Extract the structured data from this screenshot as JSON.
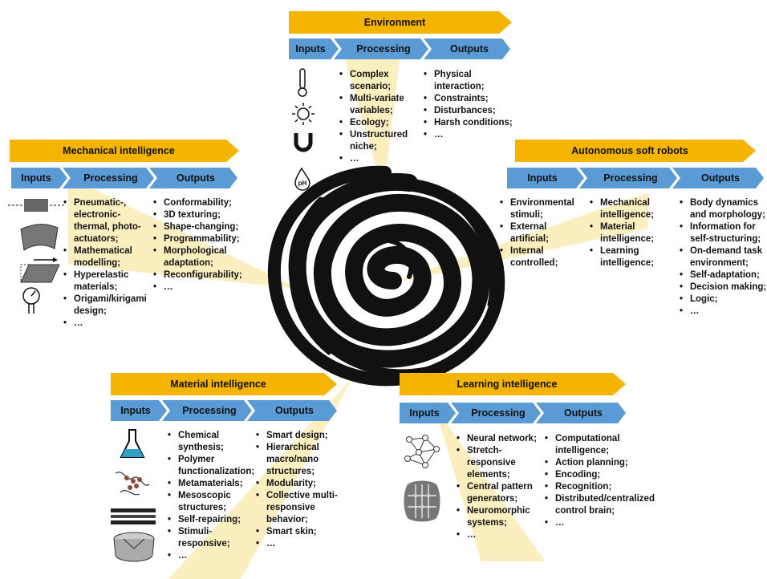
{
  "colors": {
    "banner": "#F5B400",
    "chevron": "#5B9BD5",
    "beam": "#F8E08A",
    "swirl": "#111111"
  },
  "columns": {
    "inputs": "Inputs",
    "processing": "Processing",
    "outputs": "Outputs"
  },
  "environment": {
    "title": "Environment",
    "icons": [
      "thermometer-icon",
      "sun-icon",
      "magnet-icon",
      "ph-drop-icon"
    ],
    "processing": [
      "Complex scenario;",
      "Multi-variate variables;",
      "Ecology;",
      "Unstructured niche;",
      "…"
    ],
    "outputs": [
      "Physical interaction;",
      "Constraints;",
      "Disturbances;",
      "Harsh conditions;",
      "…"
    ]
  },
  "mechanical": {
    "title": "Mechanical intelligence",
    "icons": [
      "tension-specimen-icon",
      "curved-sheet-icon",
      "shear-parallelogram-icon",
      "pressure-gauge-icon"
    ],
    "processing": [
      "Pneumatic-, electronic-thermal, photo-actuators;",
      "Mathematical modelling;",
      "Hyperelastic materials;",
      "Origami/kirigami design;",
      "…"
    ],
    "outputs": [
      "Conformability;",
      "3D texturing;",
      "Shape-changing;",
      "Programmability;",
      "Morphological adaptation;",
      "Reconfigurability;",
      "…"
    ]
  },
  "autonomous": {
    "title": "Autonomous soft robots",
    "inputs": [
      "Environmental stimuli;",
      "External artificial;",
      "Internal controlled;"
    ],
    "processing": [
      "Mechanical intelligence;",
      "Material intelligence;",
      "Learning intelligence;"
    ],
    "outputs": [
      "Body dynamics and morphology;",
      "Information for self-structuring;",
      "On-demand task environment;",
      "Self-adaptation;",
      "Decision making;",
      "Logic;",
      "…"
    ]
  },
  "material": {
    "title": "Material intelligence",
    "icons": [
      "flask-icon",
      "polymer-chain-icon",
      "layered-film-icon",
      "folded-cup-icon"
    ],
    "processing": [
      "Chemical synthesis;",
      "Polymer functionalization;",
      "Metamaterials;",
      "Mesoscopic structures;",
      "Self-repairing;",
      "Stimuli-responsive;",
      "…"
    ],
    "outputs": [
      "Smart design;",
      "Hierarchical macro/nano structures;",
      "Modularity;",
      "Collective multi-responsive behavior;",
      "Smart skin;",
      "…"
    ]
  },
  "learning": {
    "title": "Learning intelligence",
    "icons": [
      "neural-network-icon",
      "neuromorphic-chip-icon"
    ],
    "processing": [
      "Neural network;",
      "Stretch-responsive elements;",
      "Central pattern generators;",
      "Neuromorphic systems;",
      "…"
    ],
    "outputs": [
      "Computational intelligence;",
      "Action planning;",
      "Encoding;",
      "Recognition;",
      "Distributed/centralized control brain;",
      "…"
    ]
  }
}
